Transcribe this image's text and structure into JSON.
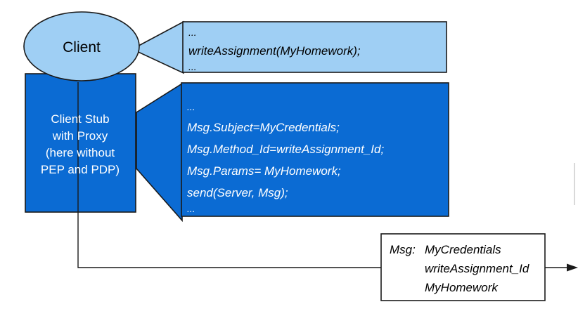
{
  "diagram": {
    "title": "Client Stub with Proxy message construction",
    "colors": {
      "light_blue": "#9fcff4",
      "dark_blue": "#0b6bd3",
      "outline": "#1a1a1a",
      "background": "#ffffff",
      "white_text": "#ffffff",
      "black_text": "#000000"
    },
    "client_node": {
      "label": "Client"
    },
    "stub_node": {
      "lines": [
        "Client Stub",
        "with Proxy",
        "(here without",
        "PEP and PDP)"
      ]
    },
    "callout_application": {
      "lines": [
        "...",
        "writeAssignment(MyHomework);",
        "..."
      ]
    },
    "callout_stub": {
      "lines": [
        "...",
        "Msg.Subject=MyCredentials;",
        "Msg.Method_Id=writeAssignment_Id;",
        "Msg.Params= MyHomework;",
        "send(Server, Msg);",
        "..."
      ]
    },
    "message_box": {
      "label": "Msg:",
      "fields": [
        "MyCredentials",
        "writeAssignment_Id",
        "MyHomework"
      ]
    }
  }
}
